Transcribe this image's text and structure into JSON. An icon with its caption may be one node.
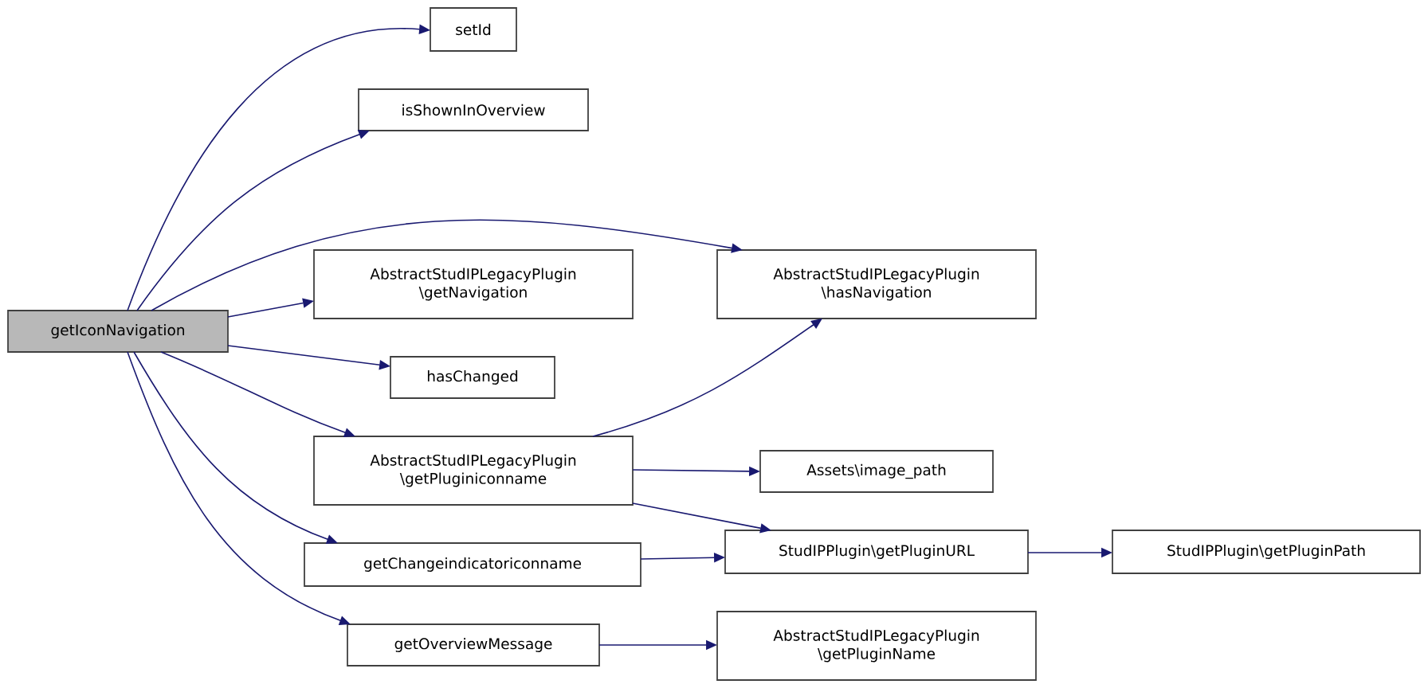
{
  "diagram": {
    "nodes": [
      {
        "text": [
          "getIconNavigation"
        ]
      },
      {
        "text": [
          "setId"
        ]
      },
      {
        "text": [
          "isShownInOverview"
        ]
      },
      {
        "text": [
          "AbstractStudIPLegacyPlugin \\getNavigation"
        ]
      },
      {
        "text": [
          "hasChanged"
        ]
      },
      {
        "text": [
          "AbstractStudIPLegacyPlugin \\getPluginiconname"
        ]
      },
      {
        "text": [
          "getChangeindicatoriconname"
        ]
      },
      {
        "text": [
          "getOverviewMessage"
        ]
      },
      {
        "text": [
          "AbstractStudIPLegacyPlugin \\hasNavigation"
        ]
      },
      {
        "text": [
          "Assets\\image_path"
        ]
      },
      {
        "text": [
          "StudIPPlugin\\getPluginURL"
        ]
      },
      {
        "text": [
          "StudIPPlugin\\getPluginPath"
        ]
      },
      {
        "text": [
          "AbstractStudIPLegacyPlugin \\getPluginName"
        ]
      }
    ],
    "edges": [
      {
        "from": 0,
        "to": 1,
        "arrow": "to"
      },
      {
        "from": 0,
        "to": 2,
        "arrow": "to"
      },
      {
        "from": 0,
        "to": 8,
        "arrow": "to"
      },
      {
        "from": 0,
        "to": 3,
        "arrow": "to"
      },
      {
        "from": 0,
        "to": 4,
        "arrow": "to"
      },
      {
        "from": 0,
        "to": 5,
        "arrow": "to"
      },
      {
        "from": 0,
        "to": 6,
        "arrow": "to"
      },
      {
        "from": 0,
        "to": 7,
        "arrow": "to"
      },
      {
        "from": 5,
        "to": 8,
        "arrow": "to"
      },
      {
        "from": 5,
        "to": 9,
        "arrow": "to"
      },
      {
        "from": 5,
        "to": 10,
        "arrow": "to"
      },
      {
        "from": 6,
        "to": 10,
        "arrow": "to"
      },
      {
        "from": 10,
        "to": 11,
        "arrow": "to"
      },
      {
        "from": 7,
        "to": 12,
        "arrow": "to"
      }
    ]
  }
}
